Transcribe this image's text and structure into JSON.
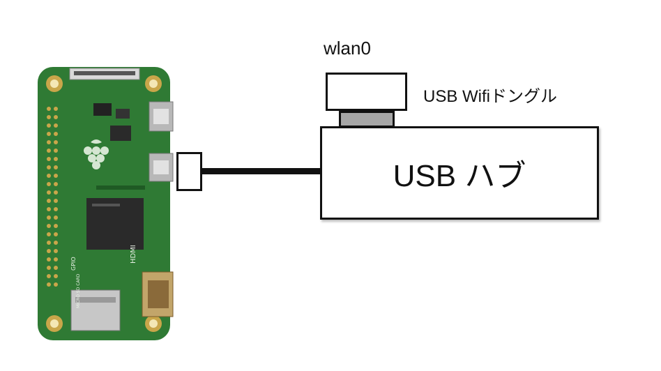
{
  "labels": {
    "wlan": "wlan0",
    "dongle": "USB Wifiドングル",
    "hub": "USB ハブ"
  },
  "board": {
    "silkscreen": {
      "gpio": "GPIO",
      "micro_sd": "MICRO SD CARD",
      "hdmi": "HDMI"
    }
  },
  "colors": {
    "board": "#2f7a34",
    "board_dark": "#1f5a24",
    "pad_gold": "#c9a64a",
    "chip": "#2a2a2a",
    "connector_metal": "#b8b8b8",
    "plug_gray": "#a7a7a7",
    "line": "#111111"
  }
}
